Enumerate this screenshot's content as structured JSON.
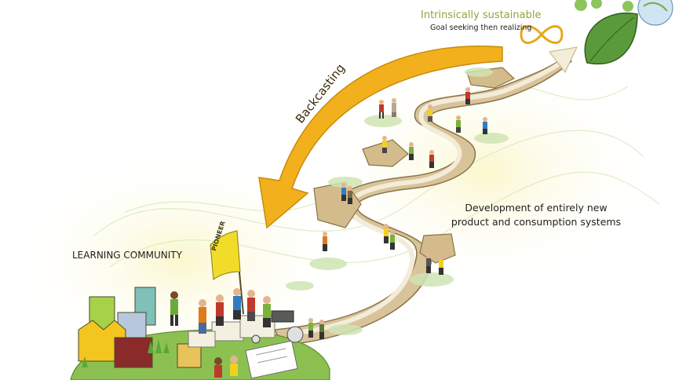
{
  "goal": {
    "title": "Intrinsically sustainable",
    "subtitle": "Goal seeking then realizing"
  },
  "arrow": {
    "label": "Backcasting"
  },
  "path_caption": {
    "line1": "Development of entirely new",
    "line2": "product and consumption systems"
  },
  "community": {
    "label": "LEARNING COMMUNITY",
    "flag_text": "PIONEER"
  },
  "colors": {
    "arrow": "#f2b11c",
    "arrow_edge": "#c98a0a",
    "path_sand": "#d9c39a",
    "path_light": "#f3ecd9",
    "leaf": "#5a9a3a",
    "goal_green": "#8aa83a",
    "glow": "#fbf6c8",
    "ground": "#8cc152"
  }
}
